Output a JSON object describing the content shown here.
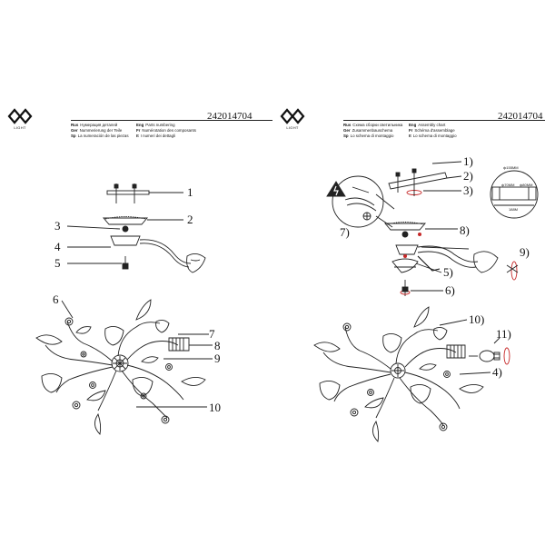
{
  "brand": {
    "logo_text": "LIGHT"
  },
  "pages": [
    {
      "product_code": "242014704",
      "labels": [
        {
          "lang": "Rus",
          "text": "Нумерация деталей"
        },
        {
          "lang": "Eng",
          "text": "Parts numbering"
        },
        {
          "lang": "Ger",
          "text": "Nummerierung der Teile"
        },
        {
          "lang": "Fr",
          "text": "Numérotation des composants"
        },
        {
          "lang": "Sp",
          "text": "La numeración de las piezas"
        },
        {
          "lang": "It",
          "text": "I numeri dei dettagli"
        }
      ],
      "callouts": [
        "1",
        "2",
        "3",
        "4",
        "5",
        "6",
        "7",
        "8",
        "9",
        "10"
      ]
    },
    {
      "product_code": "242014704",
      "labels": [
        {
          "lang": "Rus",
          "text": "Схема сборки светильника"
        },
        {
          "lang": "Eng",
          "text": "Assembly chart"
        },
        {
          "lang": "Ger",
          "text": "Zusammenbauschema"
        },
        {
          "lang": "Fr",
          "text": "Schéma d'assemblage"
        },
        {
          "lang": "Sp",
          "text": "Lo schema di montaggio"
        },
        {
          "lang": "It",
          "text": "Lo schema di montaggio"
        }
      ],
      "callouts": [
        "1)",
        "2)",
        "3)",
        "7)",
        "8)",
        "5)",
        "6)",
        "9)",
        "10)",
        "11)",
        "4)"
      ],
      "dimensions": [
        "ф155MM",
        "ф70MM",
        "ф80MM",
        "188M"
      ]
    }
  ]
}
